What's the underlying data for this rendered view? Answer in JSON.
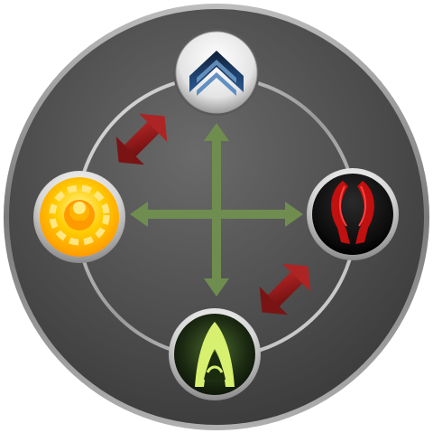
{
  "diagram": {
    "type": "faction-relationship-wheel",
    "nodes": [
      {
        "id": "top",
        "icon": "chevron-emblem-icon",
        "colors": {
          "primary": "#1c3d66",
          "accent": "#7fb0e0"
        }
      },
      {
        "id": "right",
        "icon": "red-claw-emblem-icon",
        "colors": {
          "primary": "#c01010",
          "accent": "#ff3030"
        }
      },
      {
        "id": "bottom",
        "icon": "green-arch-emblem-icon",
        "colors": {
          "primary": "#1a3010",
          "accent": "#d8f070"
        }
      },
      {
        "id": "left",
        "icon": "gold-gear-emblem-icon",
        "colors": {
          "primary": "#ffb000",
          "accent": "#fff200"
        }
      }
    ],
    "links": [
      {
        "kind": "alliance-axis",
        "from": "top",
        "to": "bottom",
        "color": "#6f8d4f",
        "bidirectional": true
      },
      {
        "kind": "alliance-axis",
        "from": "left",
        "to": "right",
        "color": "#6f8d4f",
        "bidirectional": true
      },
      {
        "kind": "conflict",
        "between": [
          "left",
          "top"
        ],
        "color": "#8e1a1a",
        "bidirectional": true
      },
      {
        "kind": "conflict",
        "between": [
          "right",
          "bottom"
        ],
        "color": "#8e1a1a",
        "bidirectional": true
      }
    ],
    "colors": {
      "disc": "#4d4d4d",
      "rim": "#9a9a9a",
      "ring": "#cfcfcf"
    }
  }
}
